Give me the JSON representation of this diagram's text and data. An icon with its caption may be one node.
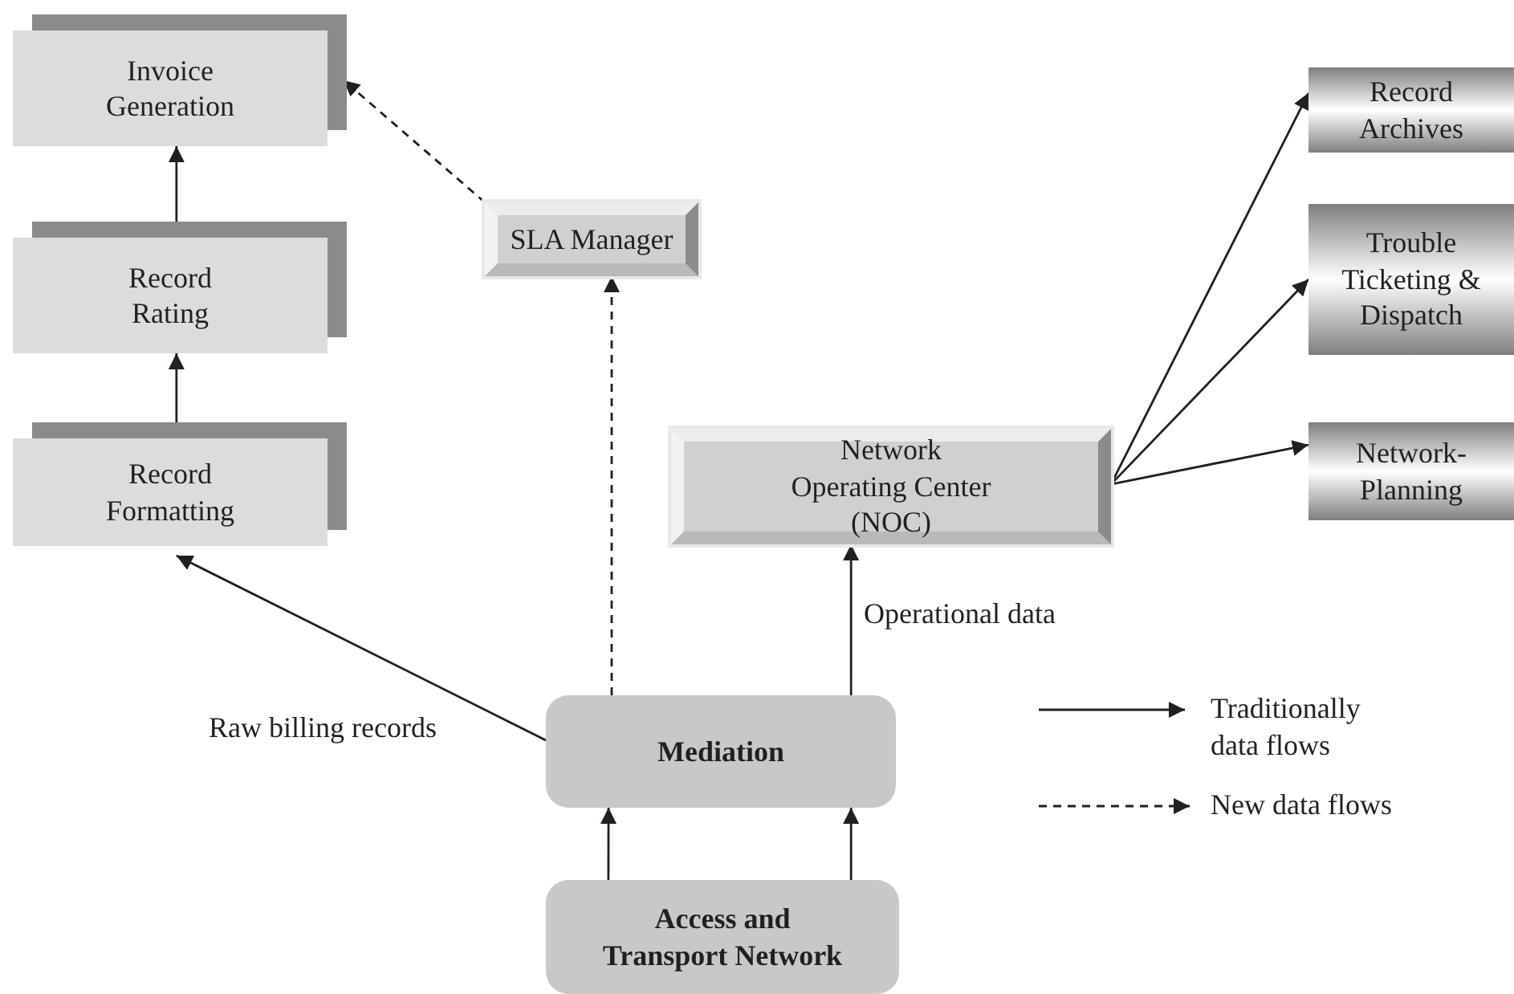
{
  "diagram": {
    "nodes": [
      {
        "text": [
          "Invoice Generation"
        ]
      },
      {
        "text": [
          "Record Rating"
        ]
      },
      {
        "text": [
          "Record Formatting"
        ]
      },
      {
        "text": [
          "SLA Manager"
        ]
      },
      {
        "text": [
          "Network Operating Center (NOC)"
        ]
      },
      {
        "text": [
          "Record Archives"
        ]
      },
      {
        "text": [
          "Trouble Ticketing & Dispatch"
        ]
      },
      {
        "text": [
          "Network-Planning"
        ]
      },
      {
        "text": [
          "Mediation"
        ]
      },
      {
        "text": [
          "Access and Transport Network"
        ]
      }
    ],
    "edges": [
      {
        "from": 1,
        "to": 0,
        "arrow": "to"
      },
      {
        "from": 2,
        "to": 1,
        "arrow": "to"
      },
      {
        "from": 8,
        "to": 2,
        "arrow": "to",
        "label": "Raw billing records"
      },
      {
        "from": 8,
        "to": 3,
        "arrow": "to",
        "style": "dashed"
      },
      {
        "from": 3,
        "to": 0,
        "arrow": "to",
        "style": "dashed"
      },
      {
        "from": 8,
        "to": 4,
        "arrow": "to",
        "label": "Operational data"
      },
      {
        "from": 4,
        "to": 5,
        "arrow": "to"
      },
      {
        "from": 4,
        "to": 6,
        "arrow": "to"
      },
      {
        "from": 4,
        "to": 7,
        "arrow": "to"
      },
      {
        "from": 9,
        "to": 8,
        "arrow": "to"
      },
      {
        "from": 9,
        "to": 8,
        "arrow": "to"
      }
    ],
    "legend": [
      {
        "text": "Traditionally data flows"
      },
      {
        "text": "New data flows"
      }
    ]
  }
}
